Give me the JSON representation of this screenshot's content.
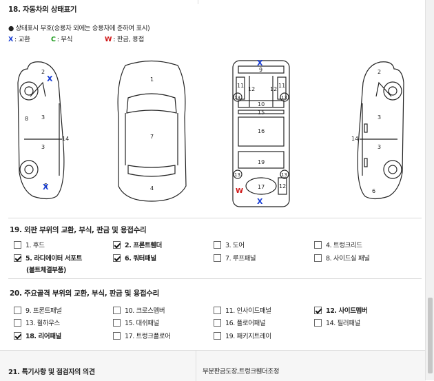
{
  "section18": {
    "title": "18. 자동차의 상태표기",
    "subtitle": "● 상태표시 부호(승용차 외에는 승용차에 준하여 표시)",
    "legend": [
      {
        "mark": "X",
        "label": ": 교환",
        "color": "#1a3fd6"
      },
      {
        "mark": "C",
        "label": ": 부식",
        "color": "#1a9a1a"
      },
      {
        "mark": "W",
        "label": ": 판금, 용접",
        "color": "#d01818"
      }
    ],
    "diagram_labels": {
      "left": [
        "2",
        "3",
        "3",
        "8",
        "14",
        "5"
      ],
      "top": [
        "1",
        "7",
        "4"
      ],
      "under": [
        "9",
        "11",
        "11",
        "12",
        "12",
        "13",
        "13",
        "10",
        "15",
        "16",
        "19",
        "13",
        "13",
        "17",
        "12"
      ],
      "right": [
        "2",
        "3",
        "3",
        "14",
        "6"
      ]
    },
    "marks": {
      "x": "X",
      "w": "W"
    }
  },
  "section19": {
    "title": "19. 외판 부위의 교환, 부식, 판금 및 용접수리",
    "items": [
      {
        "label": "1. 후드",
        "checked": false
      },
      {
        "label": "2. 프론트휀더",
        "checked": true
      },
      {
        "label": "3. 도어",
        "checked": false
      },
      {
        "label": "4. 트렁크리드",
        "checked": false
      },
      {
        "label": "5. 라디에이터 서포트",
        "checked": true
      },
      {
        "label": "6. 쿼터패널",
        "checked": true
      },
      {
        "label": "7. 루프패널",
        "checked": false
      },
      {
        "label": "8. 사이드실 패널",
        "checked": false
      }
    ],
    "note": "(볼트체결부품)"
  },
  "section20": {
    "title": "20. 주요골격 부위의 교환, 부식, 판금 및 용접수리",
    "items": [
      {
        "label": "9. 프론트패널",
        "checked": false
      },
      {
        "label": "10. 크로스멤버",
        "checked": false
      },
      {
        "label": "11. 인사이드패널",
        "checked": false
      },
      {
        "label": "12. 사이드멤버",
        "checked": true
      },
      {
        "label": "13. 휠하우스",
        "checked": false
      },
      {
        "label": "15. 대쉬패널",
        "checked": false
      },
      {
        "label": "16. 플로어패널",
        "checked": false
      },
      {
        "label": "14. 필러패널",
        "checked": false
      },
      {
        "label": "18. 리어패널",
        "checked": true
      },
      {
        "label": "17. 트렁크플로어",
        "checked": false
      },
      {
        "label": "19. 패키지트레이",
        "checked": false
      }
    ]
  },
  "section21": {
    "title": "21. 특기사항 및 점검자의 의견",
    "value": "부분판금도장,트렁크휀더조정"
  }
}
